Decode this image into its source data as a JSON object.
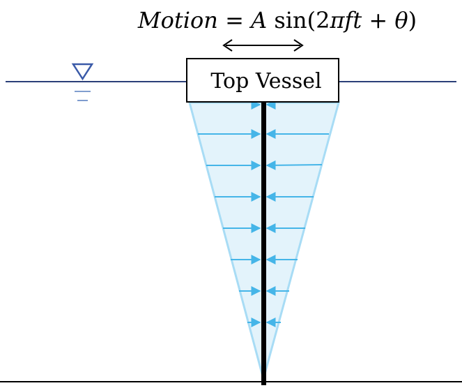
{
  "equation": {
    "lhs": "Motion",
    "eq": " = ",
    "amp": "A",
    "fn": " sin",
    "open": "(2",
    "pi": "π",
    "f": "f",
    "t": "t",
    "plus": " + ",
    "theta": "θ",
    "close": ")"
  },
  "vessel": {
    "label": "Top Vessel"
  },
  "icons": {
    "water_level": "water-level-triangle-icon",
    "motion_arrow": "double-headed-arrow-icon"
  },
  "colors": {
    "water_line": "#2b3f78",
    "water_symbol": "#3a5aa8",
    "water_dash": "#6f90c8",
    "load_fill": "#e3f3fb",
    "load_edge": "#a8dcf5",
    "load_arrow": "#45b5e8",
    "pile": "#000000",
    "seabed": "#000000"
  }
}
